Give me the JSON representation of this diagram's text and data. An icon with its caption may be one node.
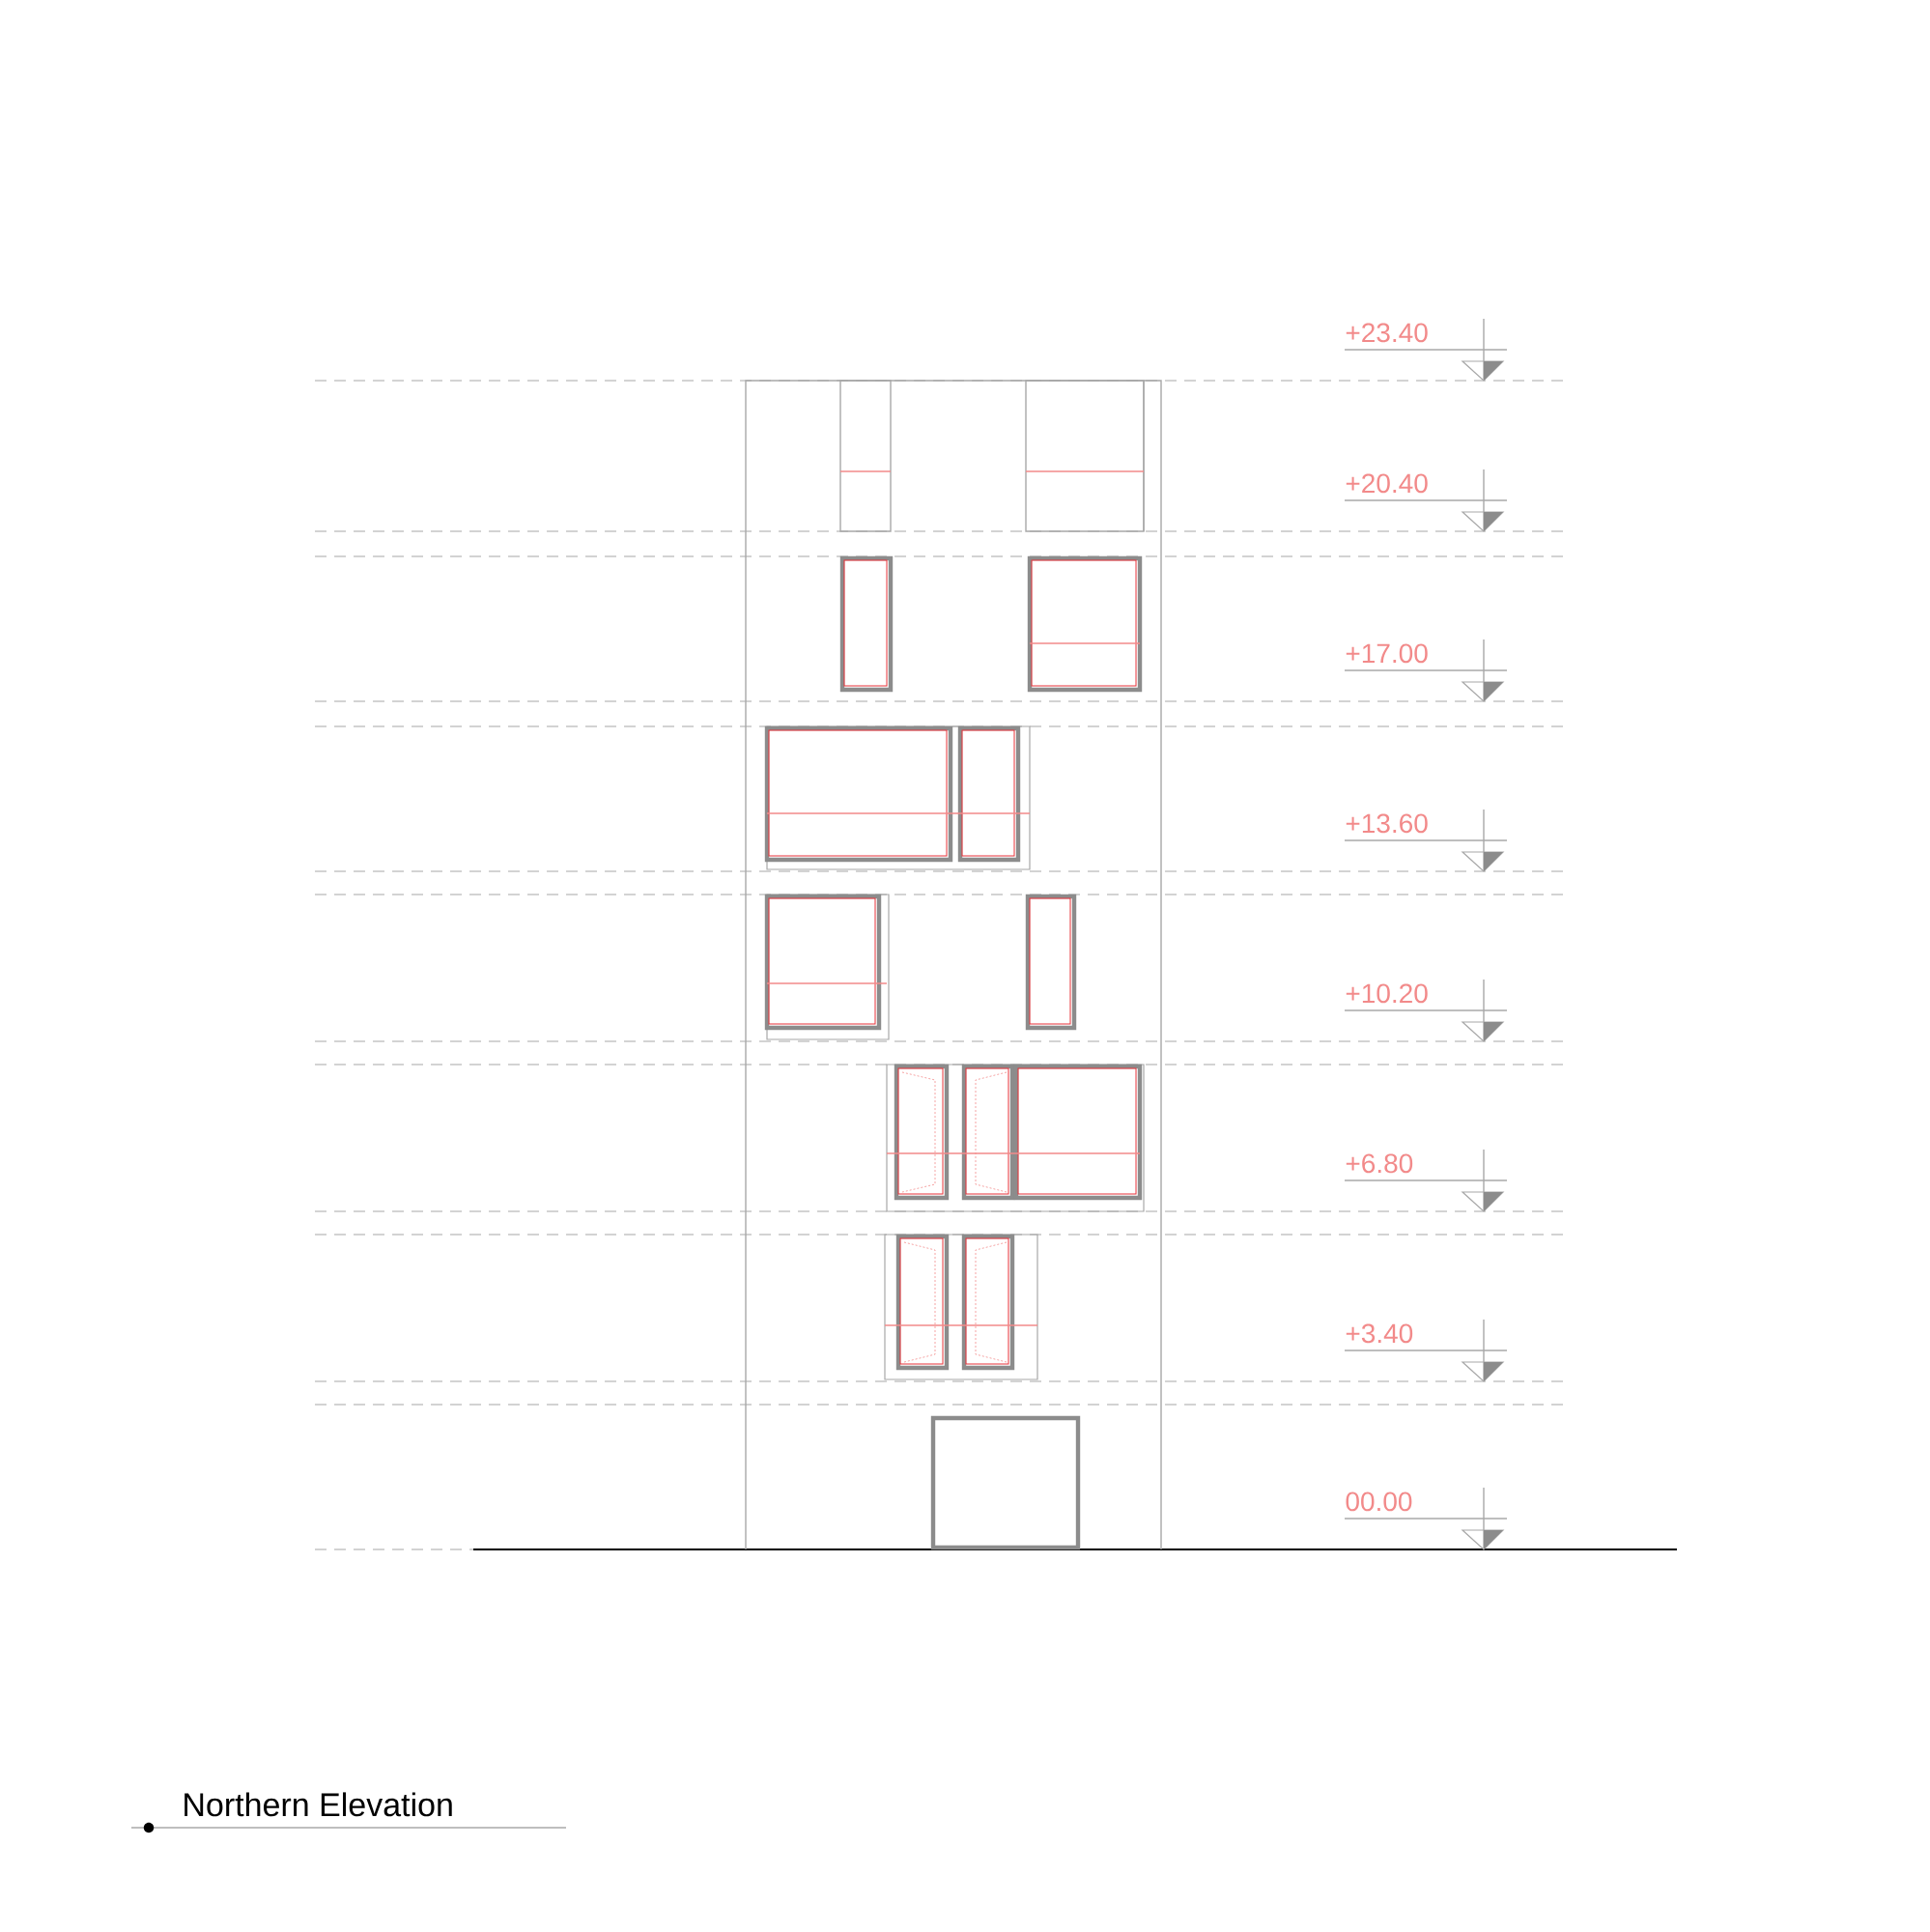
{
  "diagram": {
    "title": "Northern Elevation",
    "labels": [
      "+23.40",
      "+20.40",
      "+17.00",
      "+13.60",
      "+10.20",
      "+6.80",
      "+3.40",
      "00.00"
    ]
  }
}
